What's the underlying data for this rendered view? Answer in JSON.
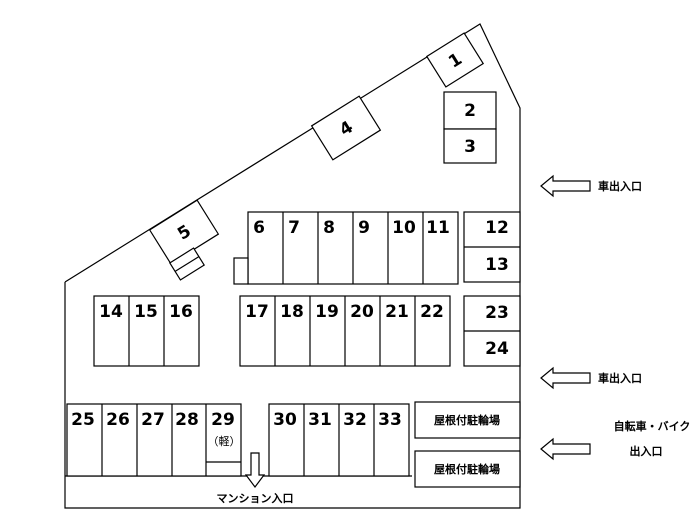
{
  "slots": [
    "1",
    "2",
    "3",
    "4",
    "5",
    "6",
    "7",
    "8",
    "9",
    "10",
    "11",
    "12",
    "13",
    "14",
    "15",
    "16",
    "17",
    "18",
    "19",
    "20",
    "21",
    "22",
    "23",
    "24",
    "25",
    "26",
    "27",
    "28",
    "29",
    "30",
    "31",
    "32",
    "33"
  ],
  "slot29_sub": "（軽）",
  "roof_parking": [
    "屋根付駐輪場",
    "屋根付駐輪場"
  ],
  "entrance_car_top": "車出入口",
  "entrance_car_middle": "車出入口",
  "entrance_bike_line1": "自転車・バイク",
  "entrance_bike_line2": "出入口",
  "mansion_entrance": "マンション入口"
}
